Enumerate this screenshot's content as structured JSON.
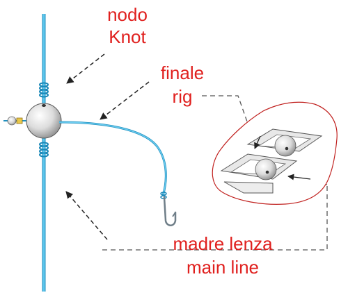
{
  "labels": {
    "knot_it": "nodo",
    "knot_en": "Knot",
    "rig_it": "finale",
    "rig_en": "rig",
    "main_it": "madre lenza",
    "main_en": "main line"
  },
  "colors": {
    "label_text": "#e0201e",
    "line": "#3cb3df",
    "line_edge": "#1f8fbf",
    "arrow": "#222222",
    "leader": "#555555",
    "bead_light": "#ffffff",
    "bead_dark": "#9a9a9a",
    "callout_border": "#c0201e",
    "hook": "#6f7e88"
  },
  "icons": [
    "bead-icon",
    "hook-icon",
    "knot-wrap-icon",
    "stopper-bead-icon"
  ]
}
